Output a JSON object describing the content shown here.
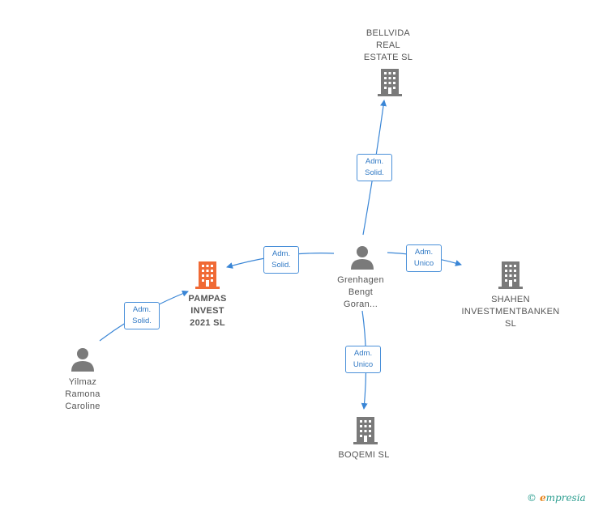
{
  "nodes": {
    "bellvida": {
      "name_lines": [
        "BELLVIDA",
        "REAL",
        "ESTATE  SL"
      ],
      "type": "company"
    },
    "pampas": {
      "name_lines": [
        "PAMPAS",
        "INVEST",
        "2021  SL"
      ],
      "type": "company",
      "highlight": true
    },
    "shahen": {
      "name_lines": [
        "SHAHEN",
        "INVESTMENTBANKEN",
        "SL"
      ],
      "type": "company"
    },
    "boqemi": {
      "name_lines": [
        "BOQEMI  SL"
      ],
      "type": "company"
    },
    "grenhagen": {
      "name_lines": [
        "Grenhagen",
        "Bengt",
        "Goran..."
      ],
      "type": "person"
    },
    "yilmaz": {
      "name_lines": [
        "Yilmaz",
        "Ramona",
        "Caroline"
      ],
      "type": "person"
    }
  },
  "edges": {
    "to_bellvida": {
      "role_lines": [
        "Adm.",
        "Solid."
      ]
    },
    "to_pampas_from_grenhagen": {
      "role_lines": [
        "Adm.",
        "Solid."
      ]
    },
    "to_shahen": {
      "role_lines": [
        "Adm.",
        "Unico"
      ]
    },
    "to_boqemi": {
      "role_lines": [
        "Adm.",
        "Unico"
      ]
    },
    "to_pampas_from_yilmaz": {
      "role_lines": [
        "Adm.",
        "Solid."
      ]
    }
  },
  "colors": {
    "edge": "#3a86d6",
    "company_icon": "#7a7a7a",
    "highlight_icon": "#f06a35",
    "person_icon": "#7a7a7a"
  },
  "footer": {
    "copyright": "©",
    "brand_initial": "e",
    "brand_rest": "mpresia"
  }
}
